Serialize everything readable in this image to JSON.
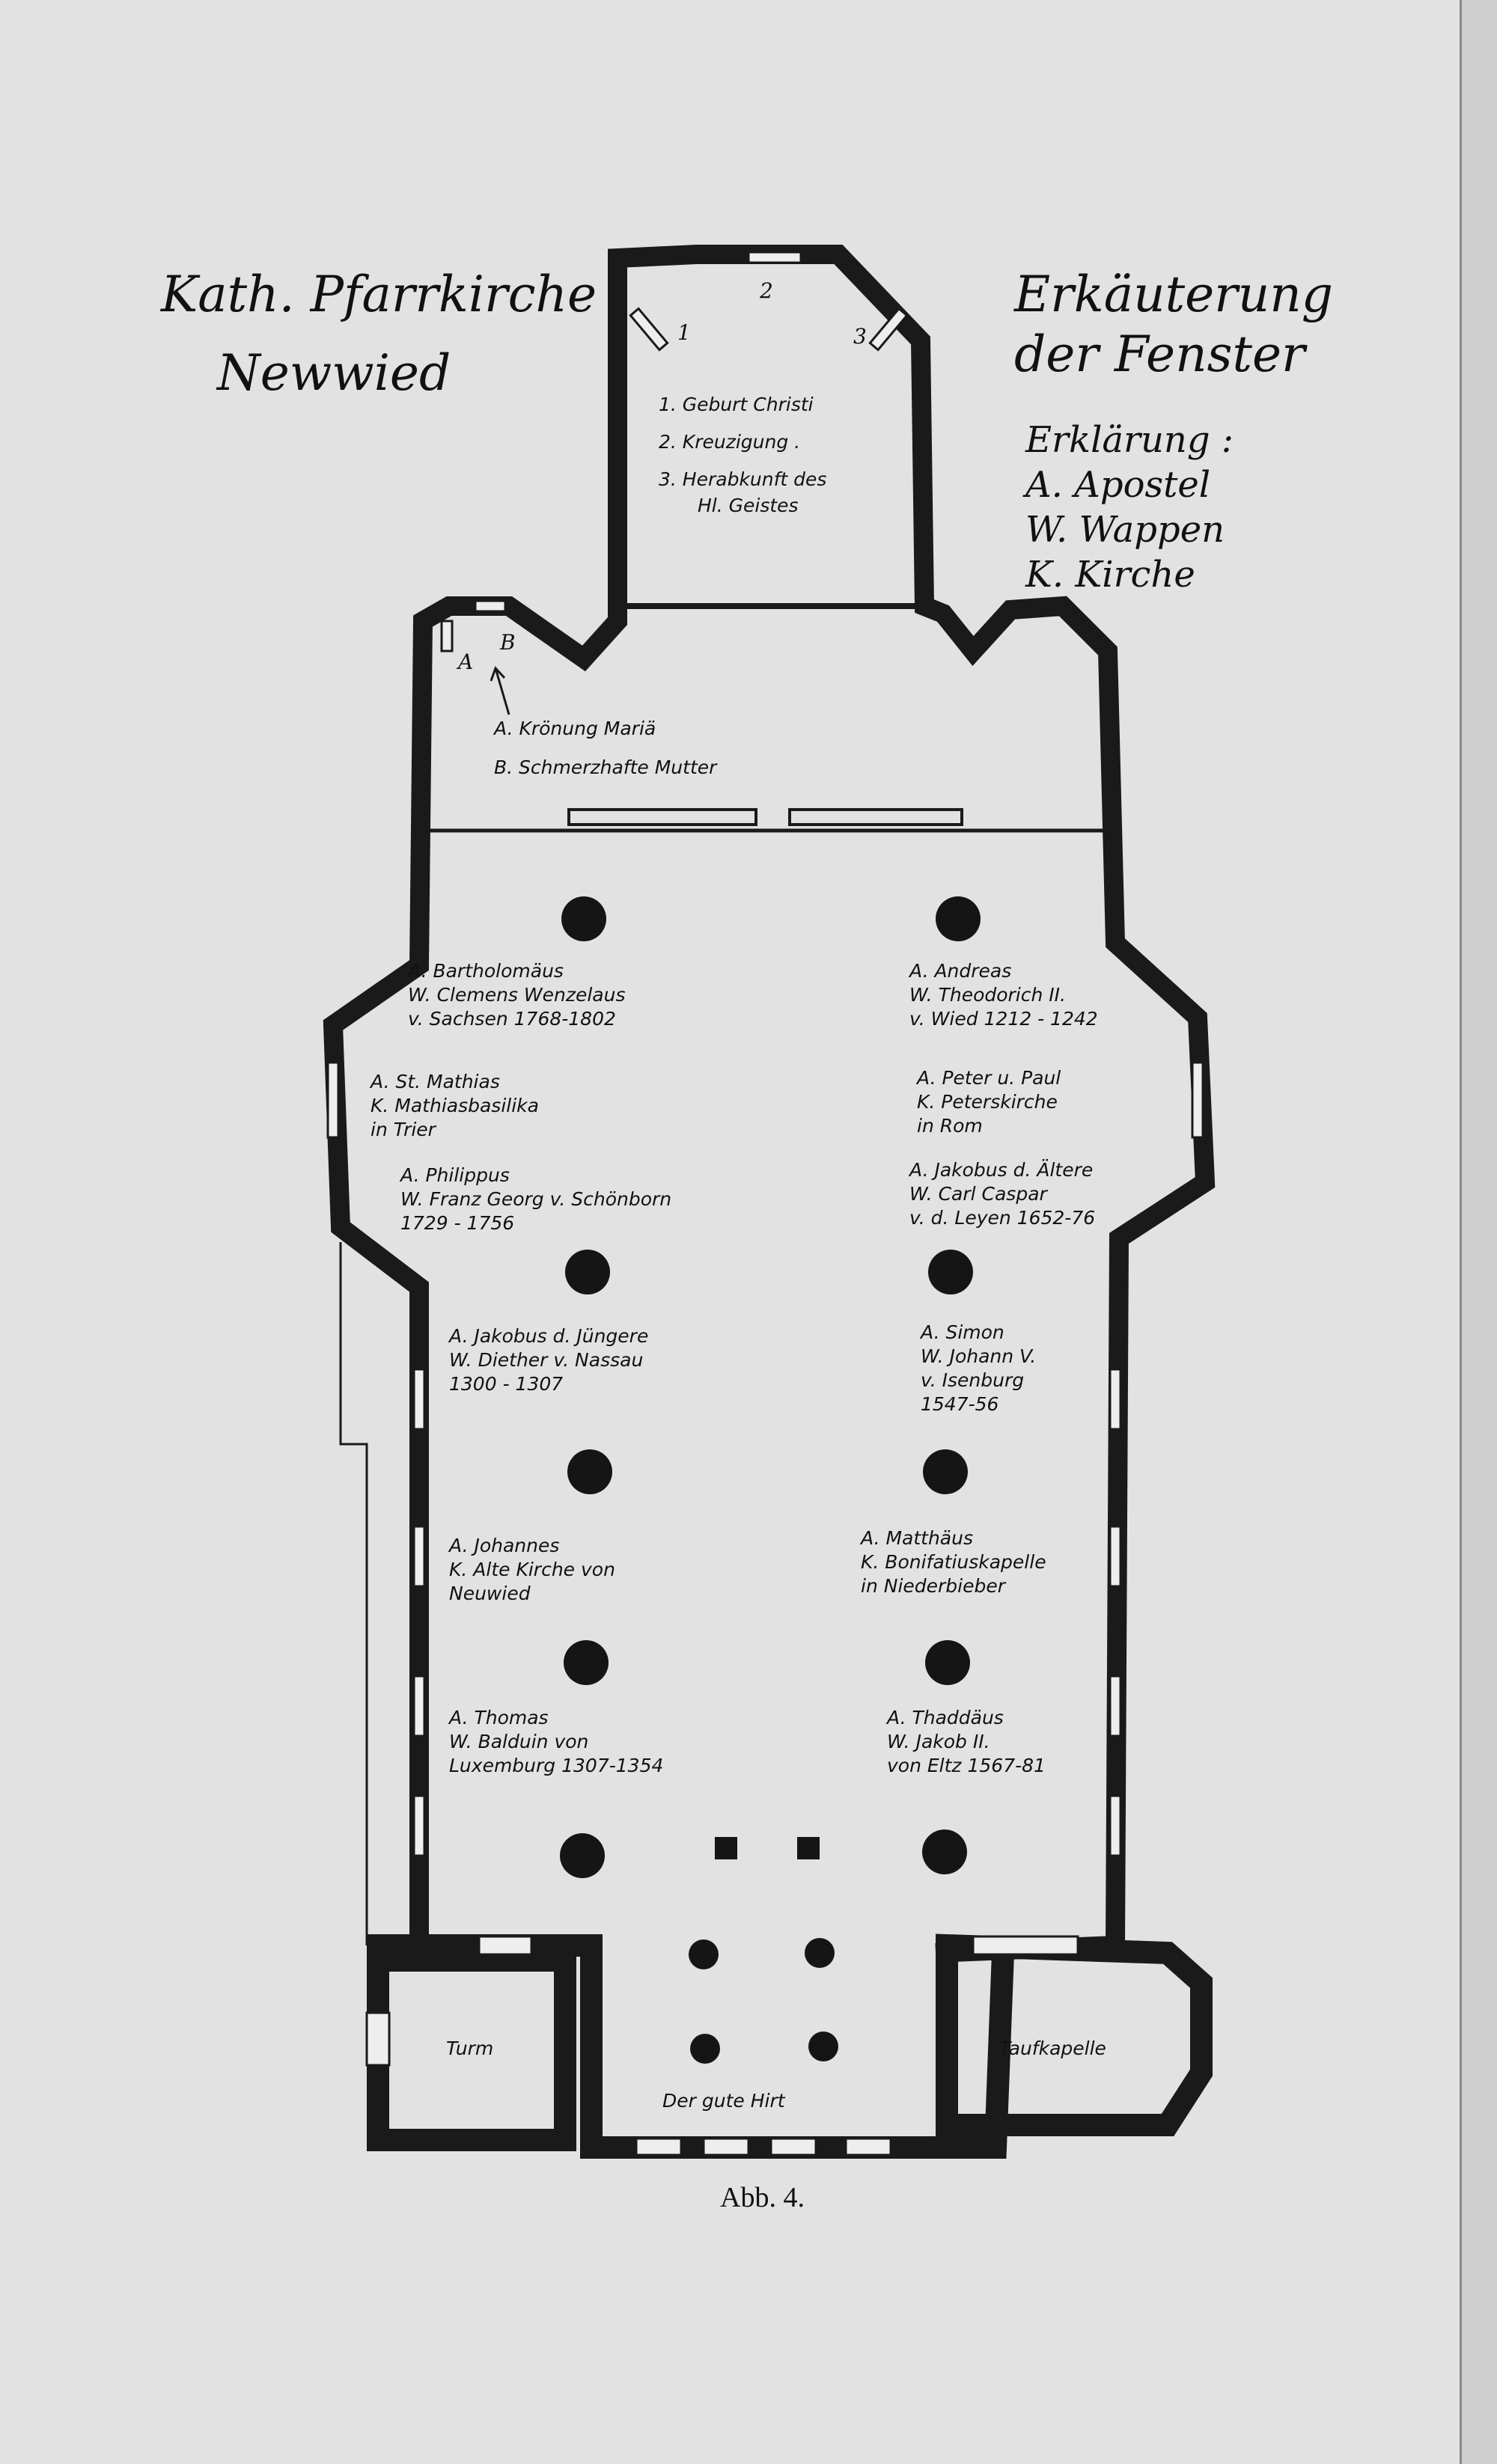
{
  "title": [
    "Kath. Pfarrkirche",
    "Newwied"
  ],
  "legend": {
    "heading": [
      "Erkäuterung",
      "der Fenster"
    ],
    "sub": "Erklärung :",
    "items": [
      "A. Apostel",
      "W. Wappen",
      "K. Kirche"
    ]
  },
  "apse": {
    "numbers": [
      "1",
      "2",
      "3"
    ],
    "windows": [
      "1. Geburt Christi",
      "2. Kreuzigung .",
      "3. Herabkunft des",
      "Hl. Geistes"
    ]
  },
  "side_chapel": {
    "letters": [
      "A",
      "B"
    ],
    "windows": [
      "A. Krönung Mariä",
      "B. Schmerzhafte Mutter"
    ]
  },
  "left_windows": [
    [
      "A. Bartholomäus",
      "W. Clemens Wenzelaus",
      "v. Sachsen 1768-1802"
    ],
    [
      "A. St. Mathias",
      "K. Mathiasbasilika",
      "in Trier"
    ],
    [
      "A. Philippus",
      "W. Franz Georg v. Schönborn",
      "1729 - 1756"
    ],
    [
      "A. Jakobus d. Jüngere",
      "W. Diether v. Nassau",
      "1300 - 1307"
    ],
    [
      "A. Johannes",
      "K. Alte Kirche von",
      "Neuwied"
    ],
    [
      "A. Thomas",
      "W. Balduin von",
      "Luxemburg 1307-1354"
    ]
  ],
  "right_windows": [
    [
      "A. Andreas",
      "W. Theodorich II.",
      "v. Wied 1212 - 1242"
    ],
    [
      "A. Peter u. Paul",
      "K. Peterskirche",
      "in Rom"
    ],
    [
      "A. Jakobus d. Ältere",
      "W. Carl Caspar",
      "v. d. Leyen 1652-76"
    ],
    [
      "A. Simon",
      "W. Johann V.",
      "v. Isenburg",
      "1547-56"
    ],
    [
      "A. Matthäus",
      "K. Bonifatiuskapelle",
      "in Niederbieber"
    ],
    [
      "A. Thaddäus",
      "W. Jakob II.",
      "von Eltz 1567-81"
    ]
  ],
  "rooms": {
    "tower": "Turm",
    "baptistery": "Taufkapelle",
    "entrance": "Der gute Hirt"
  },
  "caption": "Abb. 4."
}
